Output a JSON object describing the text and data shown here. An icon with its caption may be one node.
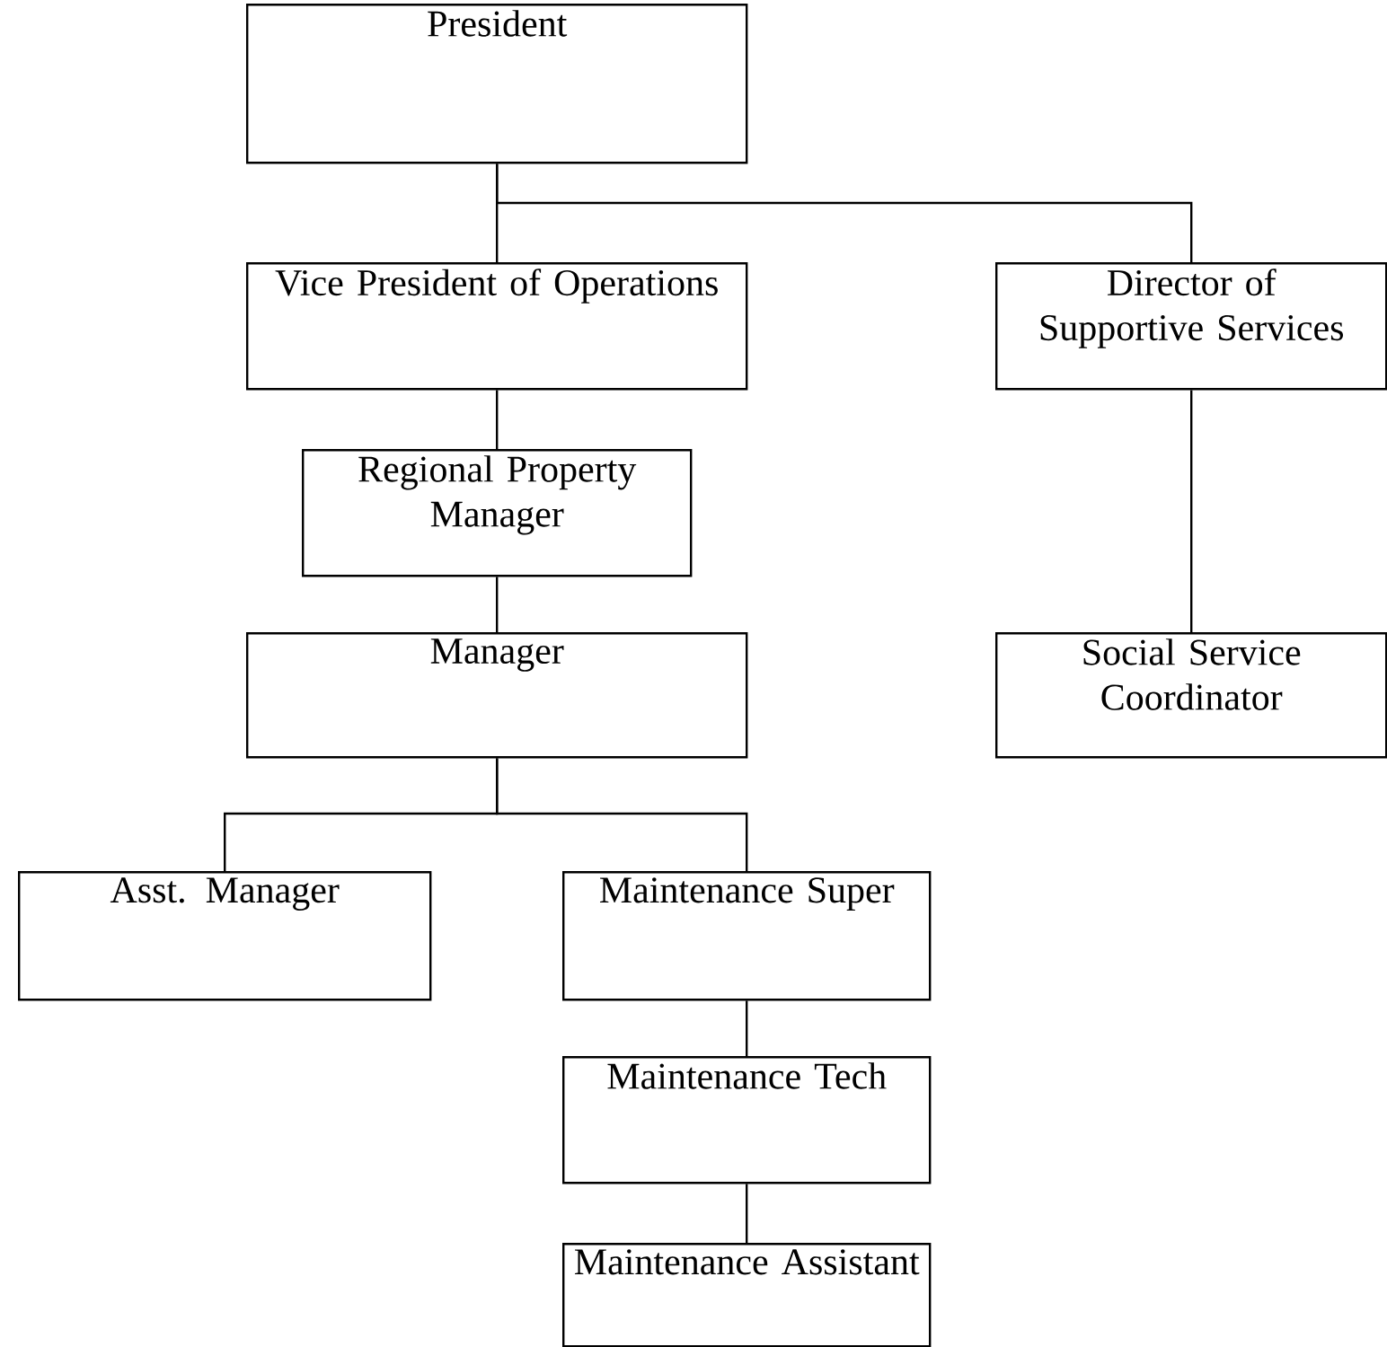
{
  "diagram": {
    "nodes": [
      {
        "text": [
          "President"
        ]
      },
      {
        "text": [
          "Vice President of Operations"
        ]
      },
      {
        "text": [
          "Director of Supportive Services"
        ]
      },
      {
        "text": [
          "Regional Property Manager"
        ]
      },
      {
        "text": [
          "Manager"
        ]
      },
      {
        "text": [
          "Social Service Coordinator"
        ]
      },
      {
        "text": [
          "Asst. Manager"
        ]
      },
      {
        "text": [
          "Maintenance Super"
        ]
      },
      {
        "text": [
          "Maintenance Tech"
        ]
      },
      {
        "text": [
          "Maintenance Assistant"
        ]
      }
    ],
    "edges": [
      {
        "from": 0,
        "to": 1,
        "arrow": "none"
      },
      {
        "from": 0,
        "to": 2,
        "arrow": "none"
      },
      {
        "from": 1,
        "to": 3,
        "arrow": "none"
      },
      {
        "from": 3,
        "to": 4,
        "arrow": "none"
      },
      {
        "from": 2,
        "to": 5,
        "arrow": "none"
      },
      {
        "from": 4,
        "to": 6,
        "arrow": "none"
      },
      {
        "from": 4,
        "to": 7,
        "arrow": "none"
      },
      {
        "from": 7,
        "to": 8,
        "arrow": "none"
      },
      {
        "from": 8,
        "to": 9,
        "arrow": "none"
      }
    ]
  }
}
